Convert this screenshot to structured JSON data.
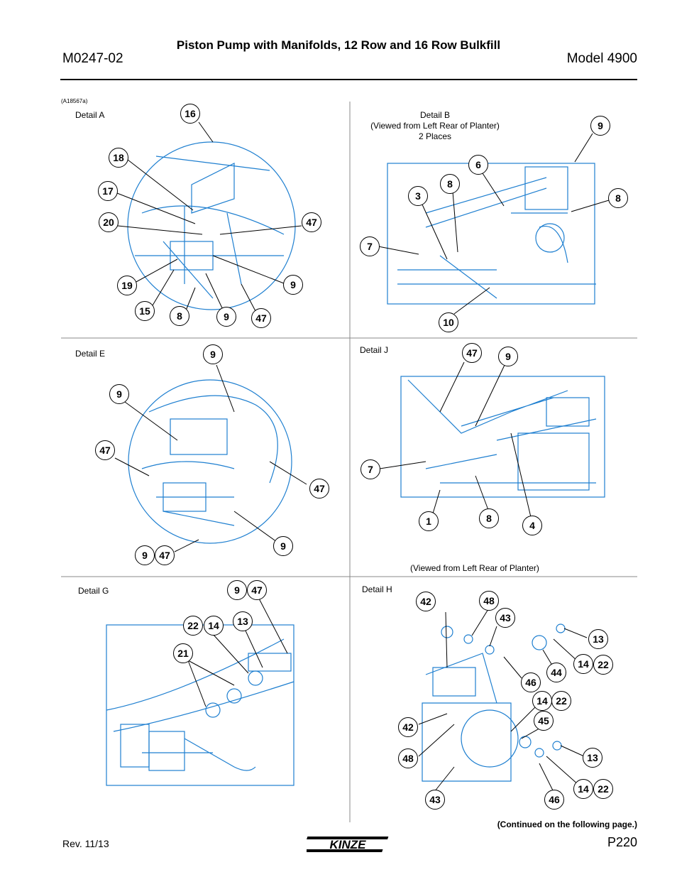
{
  "header": {
    "doc_number": "M0247-02",
    "title": "Piston Pump with Manifolds, 12 Row and 16 Row Bulkfill",
    "model": "Model 4900"
  },
  "figure_id": "(A18567a)",
  "details": {
    "a": {
      "label": "Detail  A",
      "callouts": [
        "16",
        "18",
        "17",
        "20",
        "47",
        "19",
        "9",
        "15",
        "8",
        "9",
        "47"
      ]
    },
    "b": {
      "label_lines": [
        "Detail B",
        "(Viewed from Left Rear of Planter)",
        "2 Places"
      ],
      "callouts": [
        "9",
        "6",
        "8",
        "3",
        "8",
        "7",
        "10"
      ]
    },
    "e": {
      "label": "Detail  E",
      "callouts": [
        "9",
        "9",
        "47",
        "47",
        "9",
        "9",
        "47"
      ]
    },
    "j": {
      "label": "Detail J",
      "caption": "(Viewed from Left Rear of Planter)",
      "callouts": [
        "47",
        "9",
        "7",
        "1",
        "8",
        "4"
      ]
    },
    "g": {
      "label": "Detail G",
      "callouts": [
        "9",
        "47",
        "22",
        "14",
        "13",
        "21"
      ]
    },
    "h": {
      "label": "Detail H",
      "callouts": [
        "42",
        "48",
        "43",
        "13",
        "14",
        "22",
        "44",
        "46",
        "14",
        "22",
        "45",
        "42",
        "48",
        "13",
        "43",
        "46",
        "14",
        "22"
      ]
    }
  },
  "footer": {
    "continued": "(Continued on the following page.)",
    "revision": "Rev. 11/13",
    "page": "P220",
    "brand": "KINZE"
  },
  "colors": {
    "drawing_line": "#1e7fd0",
    "ink": "#000000"
  }
}
